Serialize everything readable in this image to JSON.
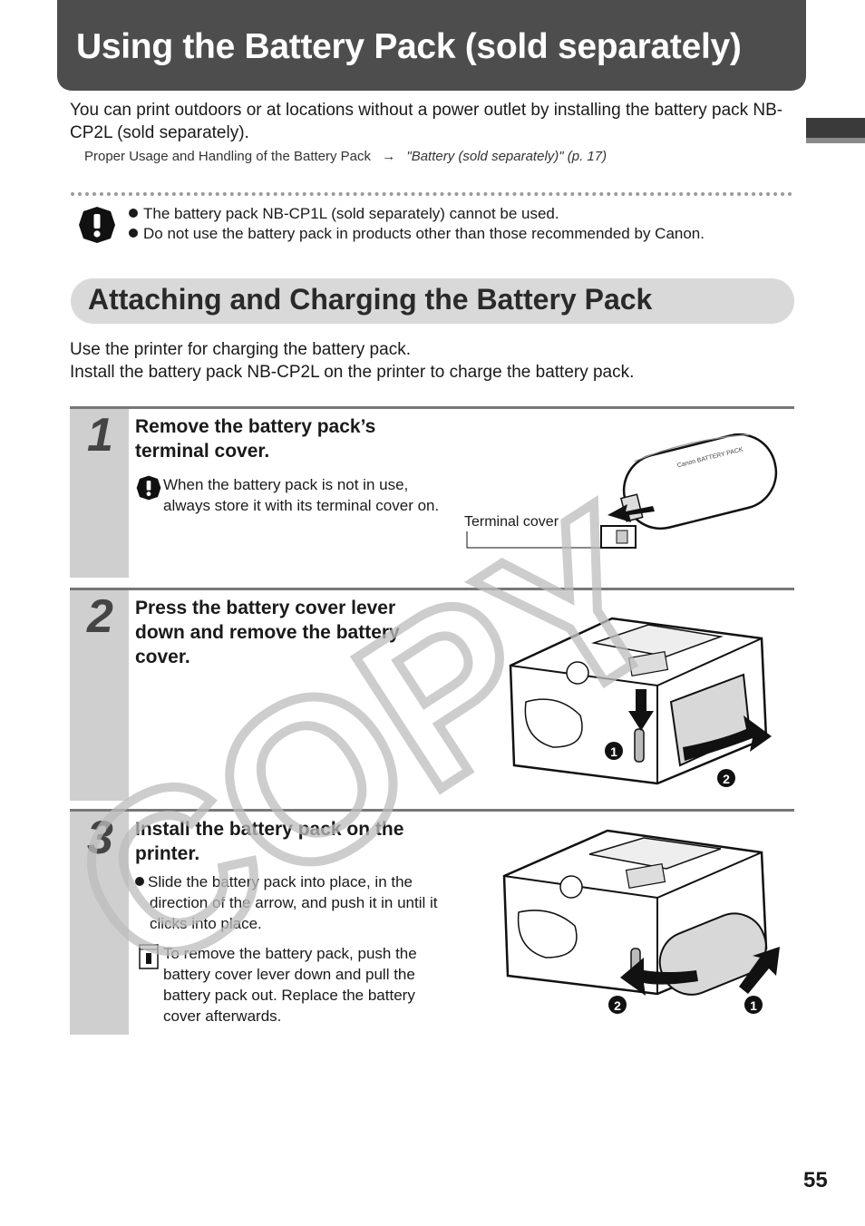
{
  "header": {
    "title": "Using the Battery Pack (sold separately)"
  },
  "intro": {
    "text": "You can print outdoors or at locations without a power outlet by installing the battery pack NB-CP2L (sold separately).",
    "reference_label": "Proper Usage and Handling of the Battery Pack",
    "reference_arrow": "→",
    "reference_target": "\"Battery (sold separately)\" (p. 17)"
  },
  "caution": {
    "icon": "caution-icon",
    "items": [
      "The battery pack NB-CP1L (sold separately) cannot be used.",
      "Do not use the battery pack in products other than those recommended by Canon."
    ]
  },
  "section": {
    "title": "Attaching and Charging the Battery Pack",
    "intro_line_1": "Use the printer for charging the battery pack.",
    "intro_line_2": "Install the battery pack NB-CP2L on the printer to charge the battery pack."
  },
  "steps": [
    {
      "number": "1",
      "heading": "Remove the battery pack’s terminal cover.",
      "note_icon": "caution-icon",
      "note": "When the battery pack is not in use, always store it with its terminal cover on.",
      "figure_label": "Terminal cover"
    },
    {
      "number": "2",
      "heading": "Press the battery cover lever down and remove the battery cover.",
      "callout_1": "1",
      "callout_2": "2"
    },
    {
      "number": "3",
      "heading": "Install the battery pack on the printer.",
      "bullet": "Slide the battery pack into place, in the direction of the arrow, and push it in until it clicks into place.",
      "note_icon": "memo-icon",
      "note": "To remove the battery pack, push the battery cover lever down and pull the battery pack out. Replace the battery cover afterwards.",
      "callout_1": "1",
      "callout_2": "2"
    }
  ],
  "watermark": {
    "text": "COPY"
  },
  "footer": {
    "page_number": "55"
  },
  "colors": {
    "banner": "#4d4d4d",
    "section_pill": "#d9d9d9",
    "step_band": "#cfcfcf",
    "watermark": "#bdbdbd"
  }
}
